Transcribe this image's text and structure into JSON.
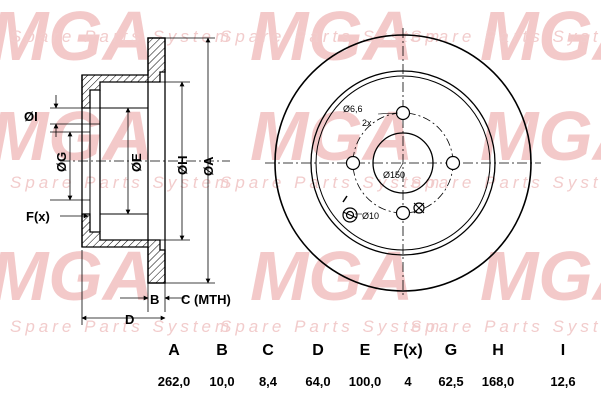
{
  "watermark": {
    "brand": "MGA",
    "tagline": "Spare Parts System"
  },
  "section_labels": {
    "I": "ØI",
    "G": "ØG",
    "E": "ØE",
    "H": "ØH",
    "A": "ØA",
    "F": "F(x)",
    "B": "B",
    "C": "C (MTH)",
    "D": "D"
  },
  "front_labels": {
    "hole_dia": "Ø6,6",
    "hole_count": "2x",
    "pcd": "Ø150",
    "center_hole": "Ø10"
  },
  "spec_table": {
    "headers": [
      "A",
      "B",
      "C",
      "D",
      "E",
      "F(x)",
      "G",
      "H",
      "I"
    ],
    "values": [
      "262,0",
      "10,0",
      "8,4",
      "64,0",
      "100,0",
      "4",
      "62,5",
      "168,0",
      "12,6"
    ]
  }
}
